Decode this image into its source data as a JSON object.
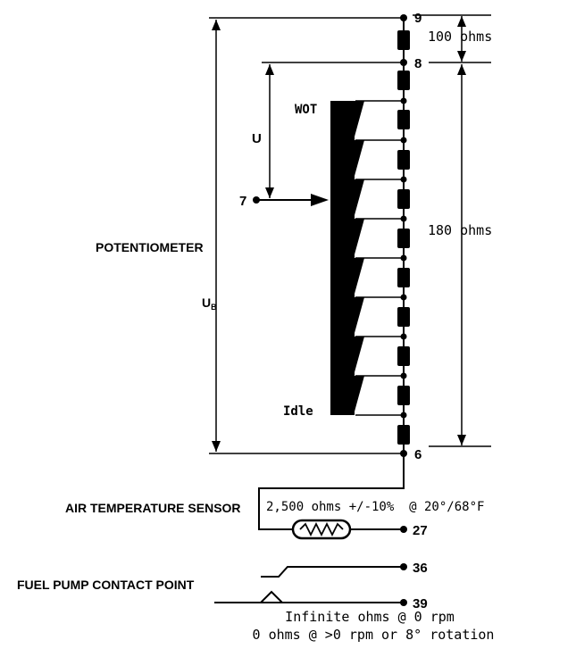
{
  "terminals": {
    "t9": "9",
    "t8": "8",
    "t7": "7",
    "t6": "6",
    "t27": "27",
    "t36": "36",
    "t39": "39"
  },
  "labels": {
    "wot": "WOT",
    "idle": "Idle",
    "u": "U",
    "ub_main": "U",
    "ub_sub": "B",
    "potentiometer": "POTENTIOMETER",
    "air_temp_sensor": "AIR TEMPERATURE SENSOR",
    "fuel_pump_contact": "FUEL PUMP CONTACT POINT"
  },
  "values": {
    "r_top": "100 ohms",
    "r_main": "180 ohms",
    "air_temp_spec": "2,500 ohms +/-10%  @ 20°/68°F",
    "fuel_note_1": "Infinite ohms @ 0 rpm",
    "fuel_note_2": "0 ohms @ >0 rpm or 8° rotation"
  }
}
